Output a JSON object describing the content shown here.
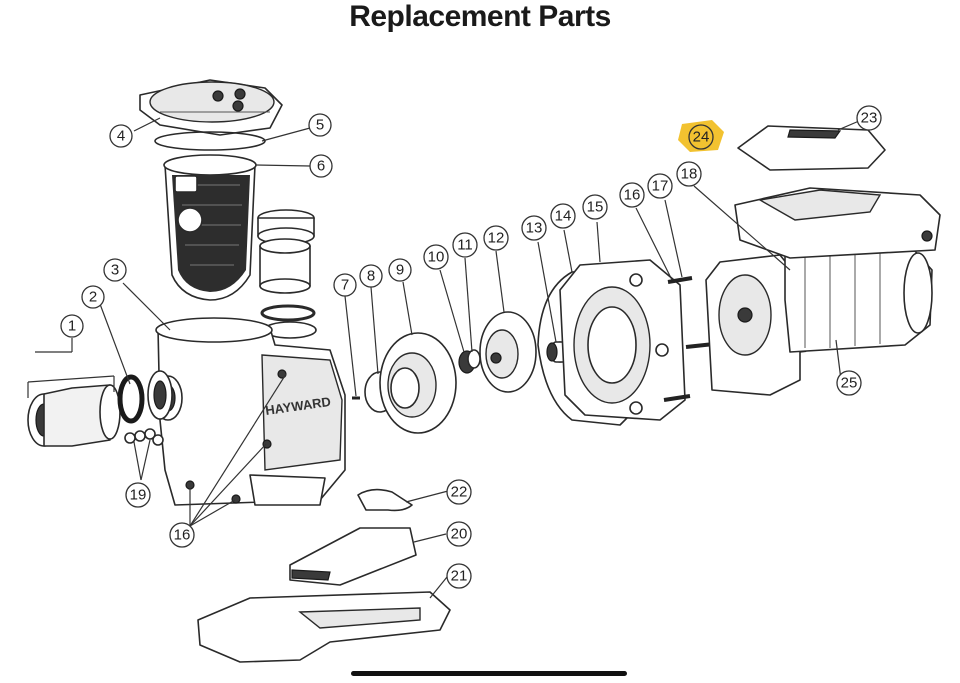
{
  "title": "Replacement Parts",
  "brand_label": "HAYWARD",
  "highlight_color": "#f2c230",
  "callouts": {
    "c1": "1",
    "c2": "2",
    "c3": "3",
    "c4": "4",
    "c5": "5",
    "c6": "6",
    "c7": "7",
    "c8": "8",
    "c9": "9",
    "c10": "10",
    "c11": "11",
    "c12": "12",
    "c13": "13",
    "c14": "14",
    "c15": "15",
    "c16a": "16",
    "c16b": "16",
    "c17": "17",
    "c18": "18",
    "c19": "19",
    "c20": "20",
    "c21": "21",
    "c22": "22",
    "c23": "23",
    "c24": "24",
    "c25": "25"
  }
}
